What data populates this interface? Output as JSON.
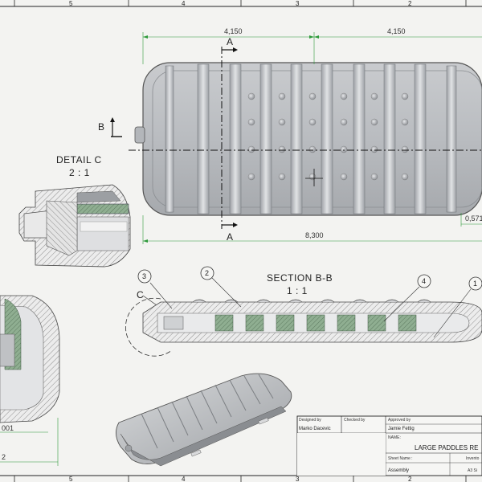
{
  "border": {
    "top_zones": [
      "5",
      "4",
      "3",
      "2"
    ],
    "bottom_zones": [
      "5",
      "4",
      "3",
      "2"
    ]
  },
  "top_view": {
    "dim_left": "4,150",
    "dim_right": "4,150",
    "dim_total": "8,300",
    "dim_small": "0,571",
    "section_a_top": "A",
    "section_a_bottom": "A",
    "section_b": "B"
  },
  "detail_c": {
    "title": "DETAIL C",
    "scale": "2 : 1"
  },
  "section_bb": {
    "title": "SECTION B-B",
    "scale": "1 : 1",
    "detail_marker": "C",
    "balloons": [
      "3",
      "2",
      "4",
      "1"
    ]
  },
  "left_view": {
    "dim_a": "001",
    "dim_b": "2"
  },
  "title_block": {
    "designed_by_label": "Designed by",
    "designed_by": "Marko Dacevic",
    "checked_by_label": "Checked by",
    "approved_by_label": "Approved by",
    "approved_by": "Jamie Fettig",
    "name_label": "NAME:",
    "part_name": "LARGE PADDLES RE",
    "sheet_name_label": "Sheet Name :",
    "sheet_name_value": "Invento",
    "assembly_label": "Assembly",
    "size_value": "A3 Si"
  }
}
